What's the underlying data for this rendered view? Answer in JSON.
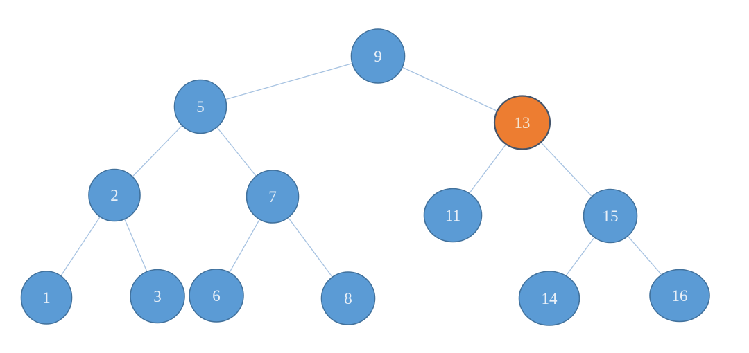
{
  "colors": {
    "background": "#FFFFFF",
    "node_fill": "#5B9BD5",
    "node_border": "#41719C",
    "highlight_fill": "#ED7D31",
    "highlight_border": "#44546A",
    "edge": "#A6C2E1",
    "label": "#E9F0F8",
    "highlight_label": "#F4E6D4"
  },
  "tree": {
    "type": "binary-search-tree",
    "root": "9",
    "highlighted_node": "13",
    "nodes": [
      {
        "label": "9",
        "highlighted": false
      },
      {
        "label": "5",
        "highlighted": false
      },
      {
        "label": "13",
        "highlighted": true
      },
      {
        "label": "2",
        "highlighted": false
      },
      {
        "label": "7",
        "highlighted": false
      },
      {
        "label": "11",
        "highlighted": false
      },
      {
        "label": "15",
        "highlighted": false
      },
      {
        "label": "1",
        "highlighted": false
      },
      {
        "label": "3",
        "highlighted": false
      },
      {
        "label": "6",
        "highlighted": false
      },
      {
        "label": "8",
        "highlighted": false
      },
      {
        "label": "14",
        "highlighted": false
      },
      {
        "label": "16",
        "highlighted": false
      }
    ],
    "edges": [
      {
        "from": "9",
        "to": "5"
      },
      {
        "from": "9",
        "to": "13"
      },
      {
        "from": "5",
        "to": "2"
      },
      {
        "from": "5",
        "to": "7"
      },
      {
        "from": "2",
        "to": "1"
      },
      {
        "from": "2",
        "to": "3"
      },
      {
        "from": "7",
        "to": "6"
      },
      {
        "from": "7",
        "to": "8"
      },
      {
        "from": "13",
        "to": "11"
      },
      {
        "from": "13",
        "to": "15"
      },
      {
        "from": "15",
        "to": "14"
      },
      {
        "from": "15",
        "to": "16"
      }
    ]
  }
}
